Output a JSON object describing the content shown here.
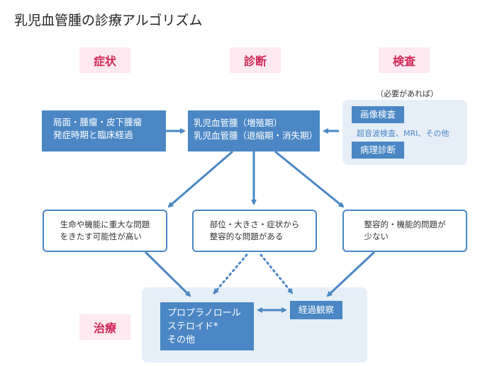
{
  "title": "乳児血管腫の診療アルゴリズム",
  "columns": {
    "symptoms": "症状",
    "diagnosis": "診断",
    "tests": "検査"
  },
  "tests": {
    "note": "（必要があれば）",
    "imaging": "画像検査",
    "imaging_detail": "超音波検査、MRI、その他",
    "pathology": "病理診断"
  },
  "symptom_box": {
    "line1": "局面・腫瘤・皮下腫瘤",
    "line2": "発症時期と臨床経過"
  },
  "diagnosis_box": {
    "line1": "乳児血管腫（増殖期）",
    "line2": "乳児血管腫（退縮期・消失期）"
  },
  "assessments": {
    "left": {
      "line1": "生命や機能に重大な問題",
      "line2": "をきたす可能性が高い"
    },
    "center": {
      "line1": "部位・大きさ・症状から",
      "line2": "整容的な問題がある"
    },
    "right": {
      "line1": "整容的・機能的問題が",
      "line2": "少ない"
    }
  },
  "treatment": {
    "label": "治療",
    "options": {
      "line1": "プロプラノロール",
      "line2": "ステロイド*",
      "line3": "その他"
    },
    "observation": "経過観察"
  },
  "colors": {
    "accent_blue": "#4a87c4",
    "pink_bg": "#fde9ef",
    "pink_text": "#d2285a",
    "panel_bg": "#e6eef8"
  }
}
